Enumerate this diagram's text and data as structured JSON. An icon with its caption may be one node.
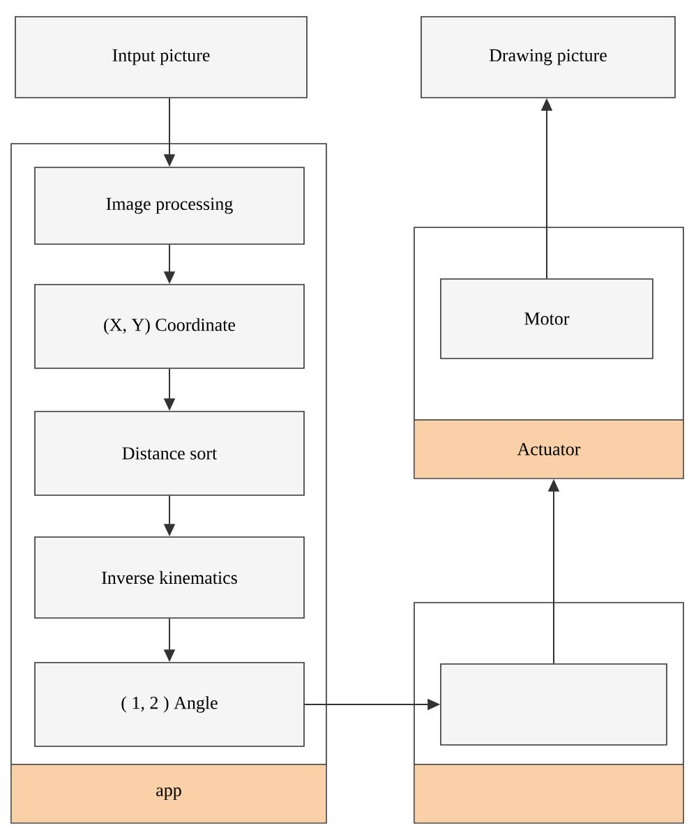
{
  "diagram": {
    "nodes": [
      {
        "text": [
          "Intput picture"
        ]
      },
      {
        "text": [
          "app"
        ]
      },
      {
        "text": [
          "Image processing"
        ],
        "in": 1
      },
      {
        "text": [
          "(X, Y) Coordinate"
        ],
        "in": 1
      },
      {
        "text": [
          "Distance sort"
        ],
        "in": 1
      },
      {
        "text": [
          "Inverse kinematics"
        ],
        "in": 1
      },
      {
        "text": [
          "( 1, 2 ) Angle"
        ],
        "in": 1
      },
      {
        "text": [
          "Drawing picture"
        ]
      },
      {
        "text": [
          "Actuator"
        ]
      },
      {
        "text": [
          "Motor"
        ],
        "in": 8
      },
      {
        "text": [],
        "shape": "box"
      },
      {
        "text": [],
        "shape": "box",
        "in": 10
      }
    ],
    "edges": [
      {
        "from": 0,
        "to": 2,
        "arrow": "to"
      },
      {
        "from": 2,
        "to": 3,
        "arrow": "to"
      },
      {
        "from": 3,
        "to": 4,
        "arrow": "to"
      },
      {
        "from": 4,
        "to": 5,
        "arrow": "to"
      },
      {
        "from": 5,
        "to": 6,
        "arrow": "to"
      },
      {
        "from": 6,
        "to": 11,
        "arrow": "to"
      },
      {
        "from": 11,
        "to": 8,
        "arrow": "to"
      },
      {
        "from": 9,
        "to": 7,
        "arrow": "to"
      }
    ]
  }
}
